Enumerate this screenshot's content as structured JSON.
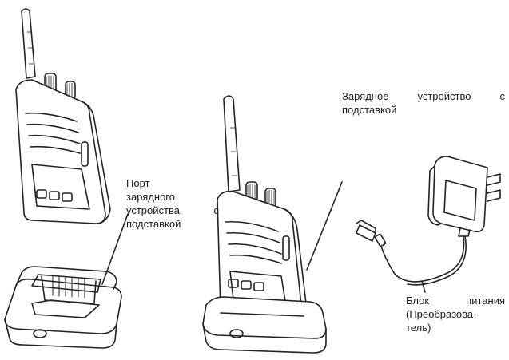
{
  "labels": {
    "port": {
      "line1": "Порт",
      "line2": "зарядного",
      "line3_word": "устройства",
      "line3_end": "с",
      "line4": "подставкой"
    },
    "charger": {
      "word1": "Зарядное",
      "word2": "устройство",
      "word3": "с",
      "line2": "подставкой"
    },
    "power": {
      "word1": "Блок",
      "word2": "питания",
      "line2": "(Преобразова-",
      "line3": "тель)"
    }
  },
  "icons": [
    "radio-left",
    "radio-docked",
    "charging-cradle",
    "power-adapter",
    "usb-cable"
  ]
}
